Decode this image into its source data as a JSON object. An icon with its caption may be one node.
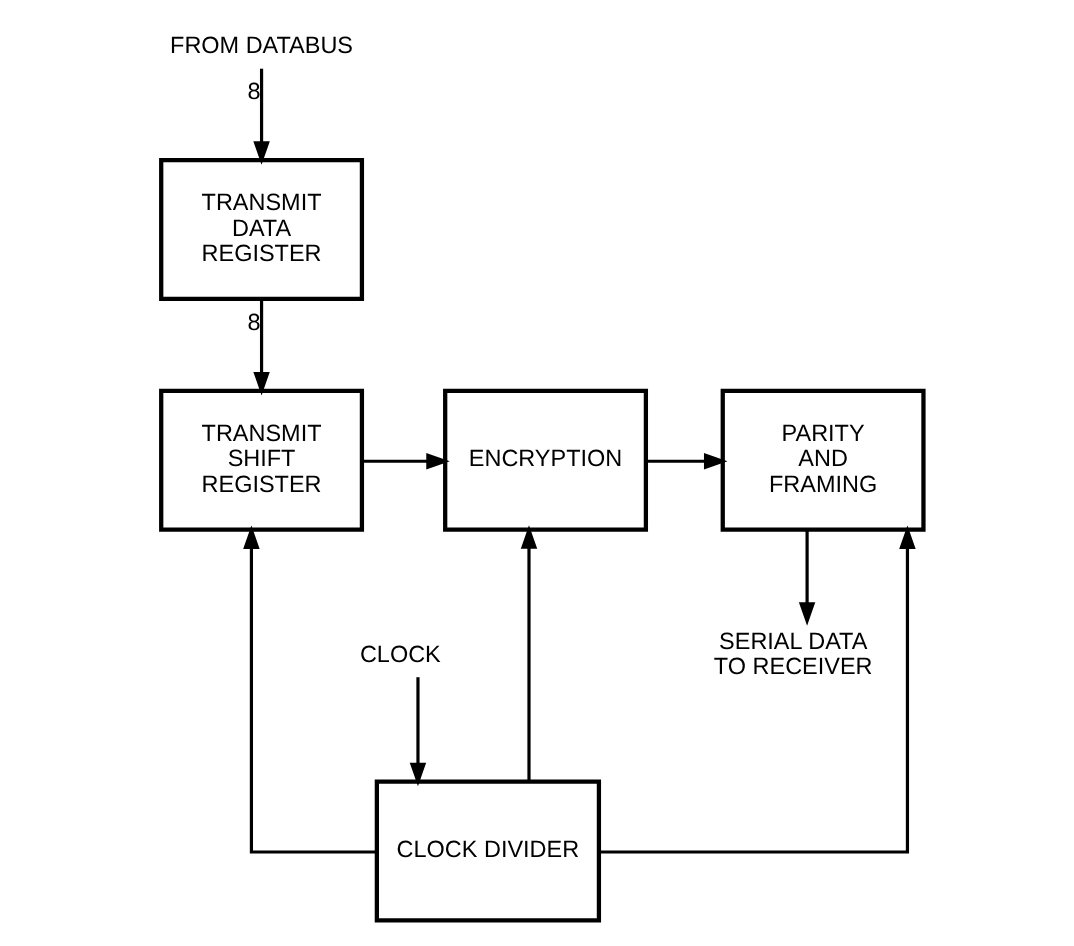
{
  "diagram": {
    "nodes": [
      {
        "text": [
          "FROM DATABUS"
        ]
      },
      {
        "text": [
          "TRANSMIT DATA REGISTER"
        ]
      },
      {
        "text": [
          "TRANSMIT SHIFT REGISTER"
        ]
      },
      {
        "text": [
          "ENCRYPTION"
        ]
      },
      {
        "text": [
          "PARITY AND FRAMING"
        ]
      },
      {
        "text": [
          "CLOCK"
        ]
      },
      {
        "text": [
          "CLOCK DIVIDER"
        ]
      },
      {
        "text": [
          "SERIAL DATA TO RECEIVER"
        ]
      }
    ],
    "edges": [
      {
        "from": 0,
        "to": 1,
        "arrow": "to",
        "label": "8"
      },
      {
        "from": 1,
        "to": 2,
        "arrow": "to",
        "label": "8"
      },
      {
        "from": 2,
        "to": 3,
        "arrow": "to"
      },
      {
        "from": 3,
        "to": 4,
        "arrow": "to"
      },
      {
        "from": 4,
        "to": 7,
        "arrow": "to"
      },
      {
        "from": 5,
        "to": 6,
        "arrow": "to"
      },
      {
        "from": 6,
        "to": 2,
        "arrow": "to"
      },
      {
        "from": 6,
        "to": 3,
        "arrow": "to"
      },
      {
        "from": 6,
        "to": 4,
        "arrow": "to"
      }
    ]
  }
}
